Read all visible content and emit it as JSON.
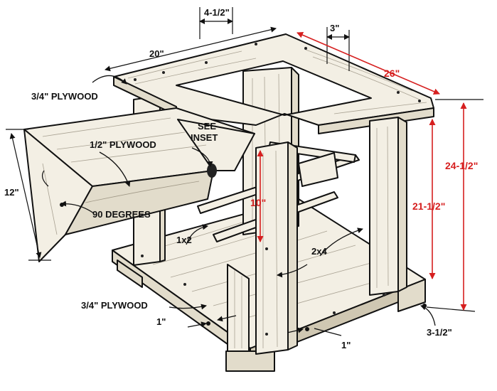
{
  "labels": {
    "dim_4_5": "4-1/2\"",
    "dim_3": "3\"",
    "dim_20": "20\"",
    "dim_26": "26\"",
    "dim_24_5": "24-1/2\"",
    "dim_21_5": "21-1/2\"",
    "dim_12": "12\"",
    "dim_10": "10\"",
    "dim_1_left": "1\"",
    "dim_1_right": "1\"",
    "dim_3_5": "3-1/2\"",
    "plywood_34_top": "3/4\" PLYWOOD",
    "plywood_12": "1/2\" PLYWOOD",
    "plywood_34_base": "3/4\" PLYWOOD",
    "see_inset": "SEE",
    "see_inset_2": "INSET",
    "degrees_90": "90 DEGREES",
    "lumber_1x2": "1x2",
    "lumber_2x4": "2x4"
  },
  "colors": {
    "red_dimension": "#d61f1f",
    "ink": "#111111",
    "wood_fill": "#f3efe4"
  }
}
